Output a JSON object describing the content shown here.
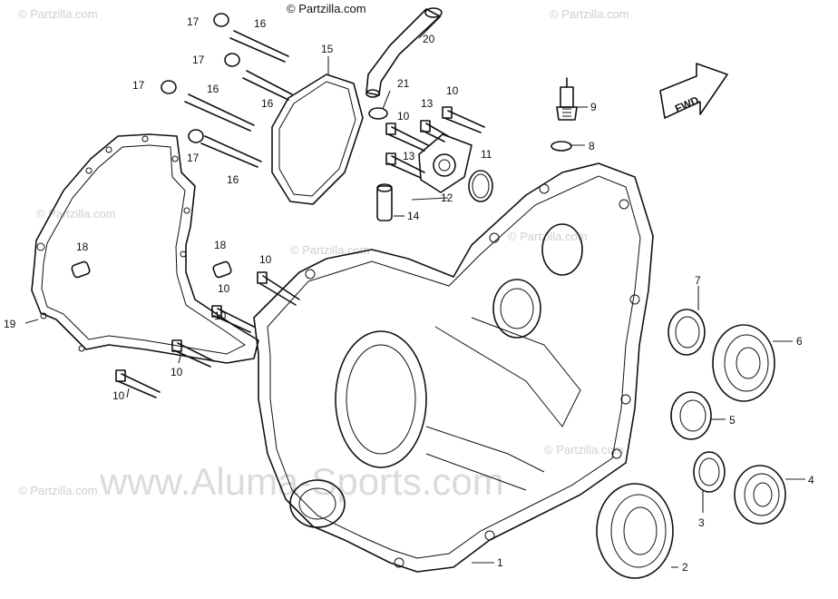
{
  "watermarks": {
    "corner": "© Partzilla.com",
    "center": "www.Aluma-Sports.com"
  },
  "fwd_arrow_label": "FWD",
  "parts": [
    {
      "id": "p1",
      "num": "1"
    },
    {
      "id": "p2",
      "num": "2"
    },
    {
      "id": "p3",
      "num": "3"
    },
    {
      "id": "p4",
      "num": "4"
    },
    {
      "id": "p5",
      "num": "5"
    },
    {
      "id": "p6",
      "num": "6"
    },
    {
      "id": "p7",
      "num": "7"
    },
    {
      "id": "p8",
      "num": "8"
    },
    {
      "id": "p9",
      "num": "9"
    },
    {
      "id": "p10a",
      "num": "10"
    },
    {
      "id": "p10b",
      "num": "10"
    },
    {
      "id": "p10c",
      "num": "10"
    },
    {
      "id": "p10d",
      "num": "10"
    },
    {
      "id": "p10e",
      "num": "10"
    },
    {
      "id": "p10f",
      "num": "10"
    },
    {
      "id": "p10g",
      "num": "10"
    },
    {
      "id": "p11",
      "num": "11"
    },
    {
      "id": "p12",
      "num": "12"
    },
    {
      "id": "p13a",
      "num": "13"
    },
    {
      "id": "p13b",
      "num": "13"
    },
    {
      "id": "p14",
      "num": "14"
    },
    {
      "id": "p15",
      "num": "15"
    },
    {
      "id": "p16a",
      "num": "16"
    },
    {
      "id": "p16b",
      "num": "16"
    },
    {
      "id": "p16c",
      "num": "16"
    },
    {
      "id": "p16d",
      "num": "16"
    },
    {
      "id": "p17a",
      "num": "17"
    },
    {
      "id": "p17b",
      "num": "17"
    },
    {
      "id": "p17c",
      "num": "17"
    },
    {
      "id": "p17d",
      "num": "17"
    },
    {
      "id": "p18a",
      "num": "18"
    },
    {
      "id": "p18b",
      "num": "18"
    },
    {
      "id": "p19",
      "num": "19"
    },
    {
      "id": "p20",
      "num": "20"
    },
    {
      "id": "p21",
      "num": "21"
    }
  ]
}
